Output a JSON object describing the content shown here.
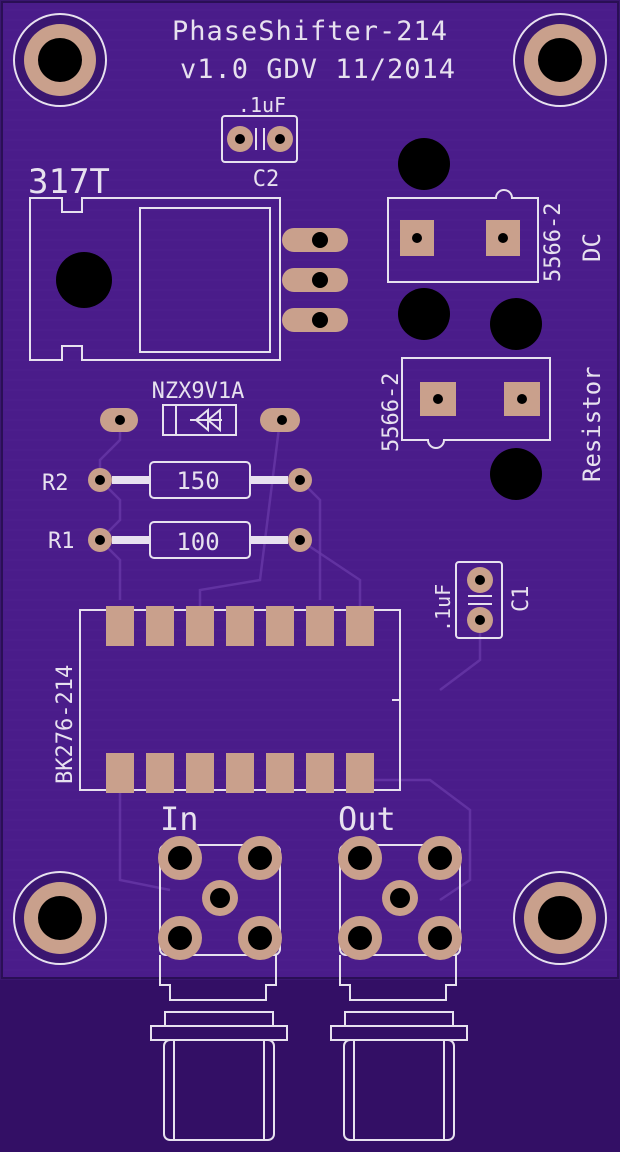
{
  "board": {
    "title": "PhaseShifter-214",
    "version_line": "v1.0 GDV 11/2014",
    "colors": {
      "substrate": "#4a1c8a",
      "board_dark": "#3a1670",
      "bottom_area": "#330f65",
      "silkscreen": "#e7e1ef",
      "copper_pad": "#c9a08c",
      "drill": "#000000"
    }
  },
  "components": {
    "c2": {
      "value": ".1uF",
      "ref": "C2"
    },
    "regulator": {
      "ref": "317T"
    },
    "connector_dc": {
      "part": "5566-2",
      "label": "DC"
    },
    "connector_resistor": {
      "part": "5566-2",
      "label": "Resistor"
    },
    "zener": {
      "part": "NZX9V1A"
    },
    "r2": {
      "ref": "R2",
      "value": "150"
    },
    "r1": {
      "ref": "R1",
      "value": "100"
    },
    "c1": {
      "value": ".1uF",
      "ref": "C1"
    },
    "delay_line": {
      "part": "BK276-214"
    },
    "jack_in": {
      "label": "In"
    },
    "jack_out": {
      "label": "Out"
    }
  }
}
